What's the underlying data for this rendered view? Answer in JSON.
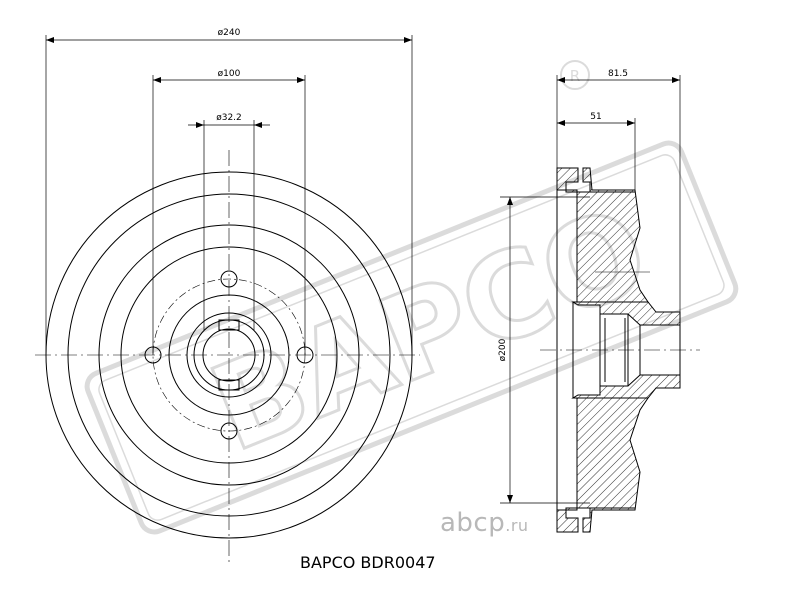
{
  "dimensions": {
    "outer_diameter": "ø240",
    "bolt_circle": "ø100",
    "center_bore": "ø32.2",
    "drum_inner": "ø200",
    "total_height": "81.5",
    "inner_height": "51"
  },
  "caption": "BAPCO BDR0047",
  "watermark": {
    "brand": "BAPCO",
    "site": "abcp",
    "site_tld": ".ru",
    "registered_mark": "®"
  },
  "colors": {
    "line": "#000000",
    "watermark": "#bdbdbd"
  }
}
